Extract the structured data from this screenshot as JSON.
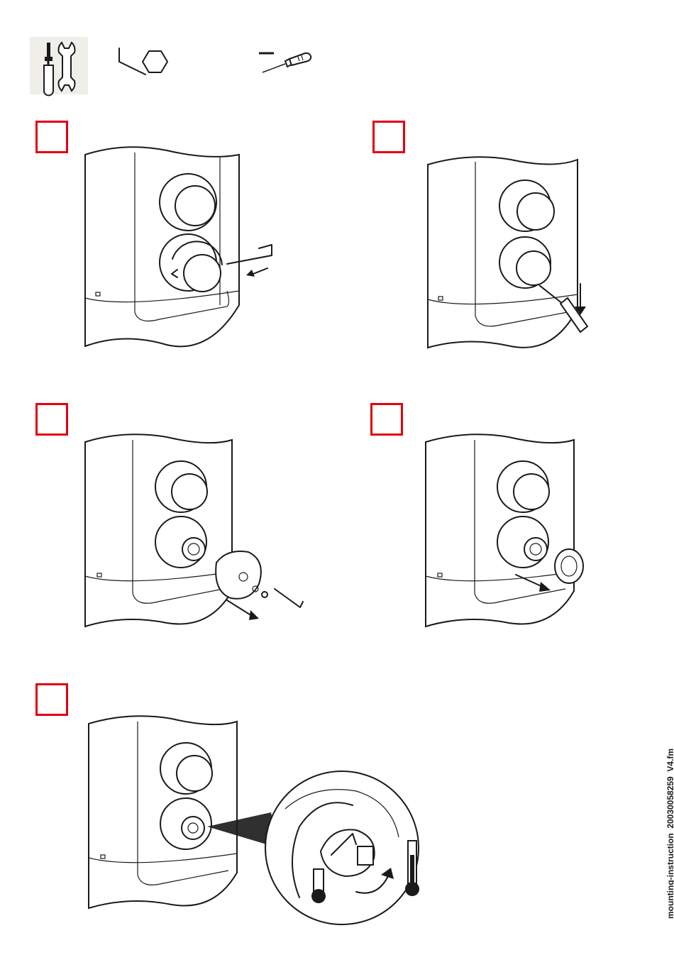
{
  "page": {
    "footer_label": "mounting-instruction_20030058259_V4.fm"
  },
  "tools": [
    {
      "icon": "tools-icon"
    },
    {
      "icon": "hex-key-icon"
    },
    {
      "icon": "flat-screwdriver-icon"
    }
  ],
  "steps": [
    {
      "id": 1,
      "action": "loosen handle with hex key"
    },
    {
      "id": 2,
      "action": "pry off cap with screwdriver"
    },
    {
      "id": 3,
      "action": "remove handle and screw"
    },
    {
      "id": 4,
      "action": "remove ring"
    },
    {
      "id": 5,
      "action": "adjust temperature stop"
    }
  ],
  "colors": {
    "step_frame": "#e3000f",
    "tool_panel": "#efeee9",
    "line": "#1a1a1a"
  }
}
